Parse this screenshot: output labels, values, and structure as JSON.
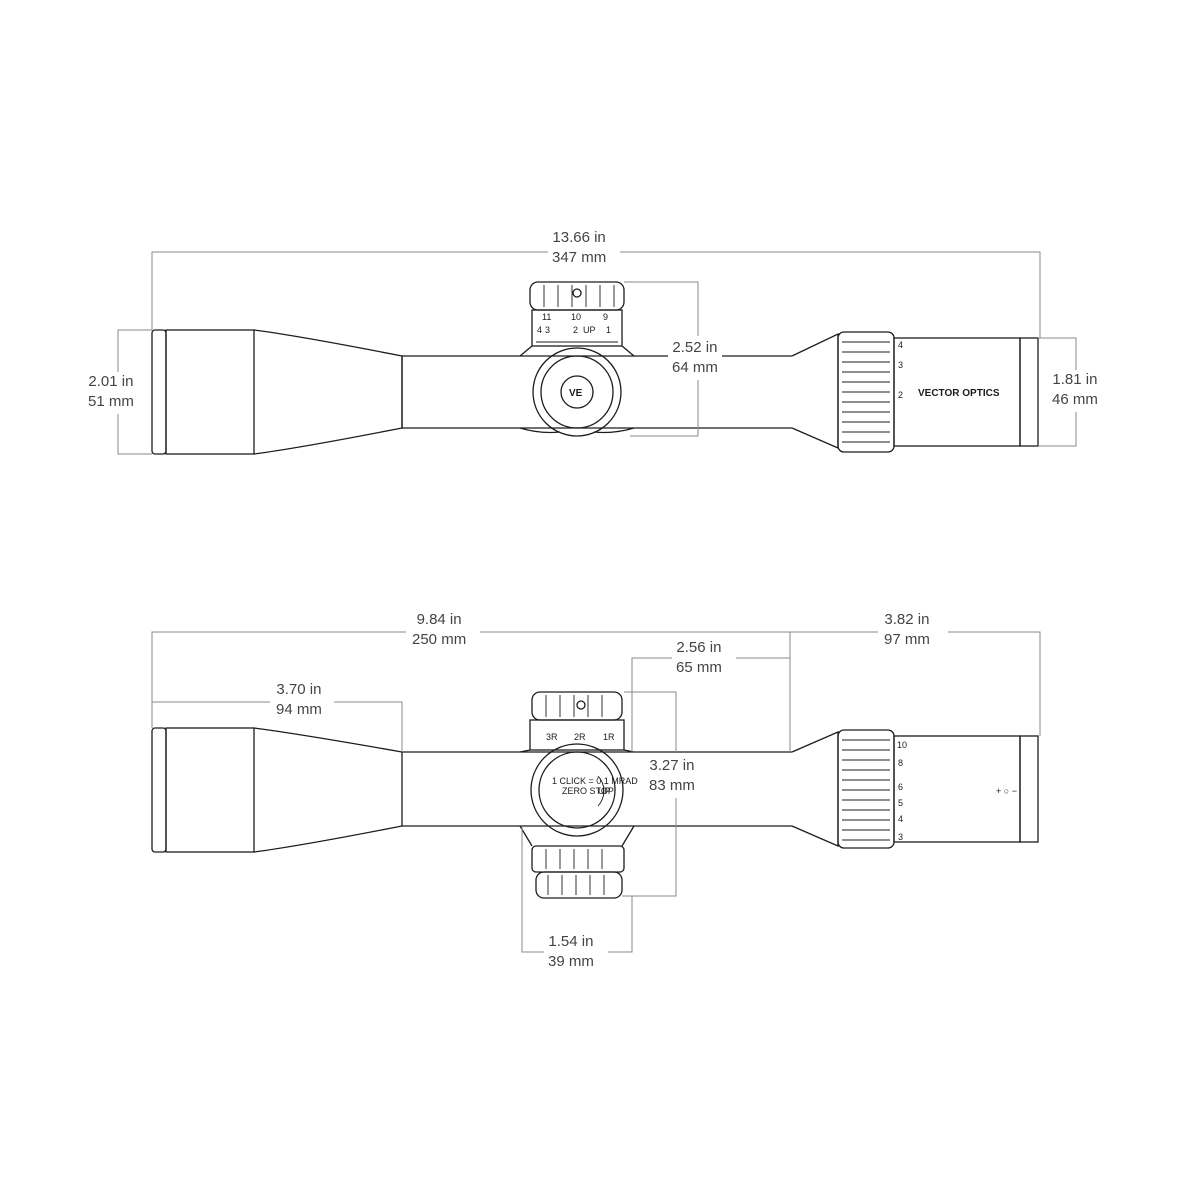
{
  "top_view": {
    "overall_length": {
      "imperial": "13.66 in",
      "metric": "347 mm"
    },
    "objective_diameter": {
      "imperial": "2.01 in",
      "metric": "51 mm"
    },
    "turret_height": {
      "imperial": "2.52  in",
      "metric": "64 mm"
    },
    "eyepiece_diameter": {
      "imperial": "1.81 in",
      "metric": "46 mm"
    },
    "brand_mark": "VECTOR OPTICS",
    "logo_mark": "VE",
    "turret_scale_top": [
      "11",
      "10",
      "9"
    ],
    "turret_scale_bottom": [
      "4",
      "3",
      "2",
      "UP",
      "1"
    ],
    "mag_ring_marks": [
      "4",
      "3",
      "2"
    ]
  },
  "side_view": {
    "front_to_eyepiece": {
      "imperial": "9.84 in",
      "metric": "250 mm"
    },
    "eyepiece_length": {
      "imperial": "3.82  in",
      "metric": "97 mm"
    },
    "objective_section": {
      "imperial": "3.70 in",
      "metric": "94 mm"
    },
    "turret_to_eyepiece": {
      "imperial": "2.56 in",
      "metric": "65 mm"
    },
    "turret_height": {
      "imperial": "3.27 in",
      "metric": "83 mm"
    },
    "saddle_width": {
      "imperial": "1.54 in",
      "metric": "39 mm"
    },
    "turret_scale": [
      "3R",
      "2R",
      "1R"
    ],
    "dial_text": [
      "1 CLICK = 0.1 MRAD",
      "ZERO STOP",
      "UP"
    ],
    "mag_ring_marks": [
      "10",
      "8",
      "6",
      "5",
      "4",
      "3"
    ],
    "diopter_marks": "+ ○ −"
  }
}
